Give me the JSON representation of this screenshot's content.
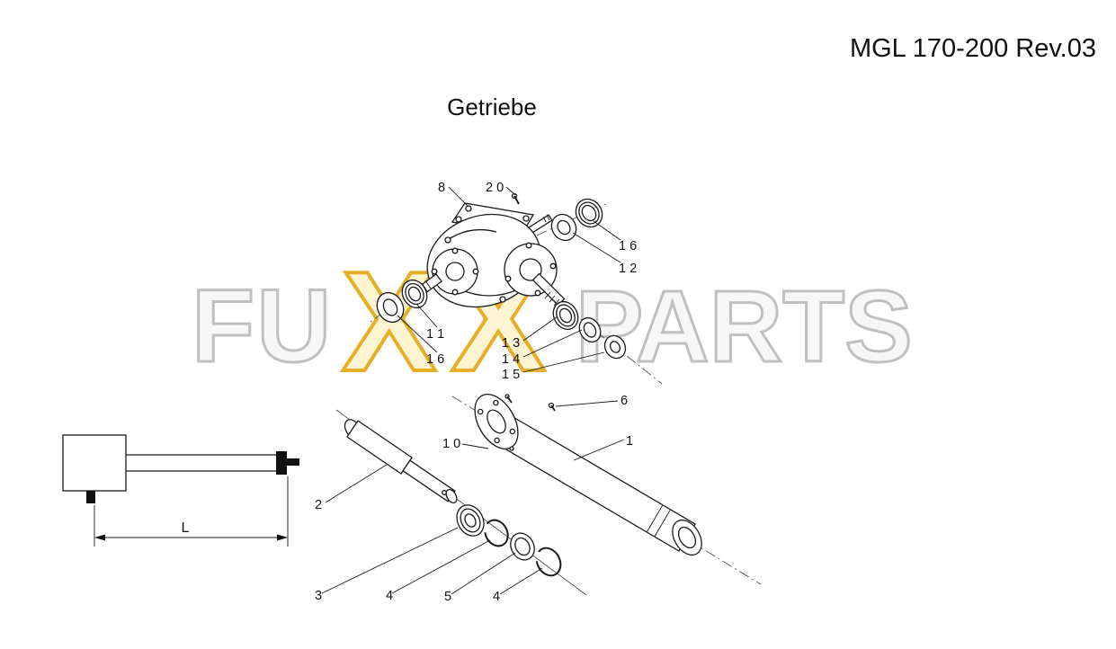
{
  "header": {
    "doc_ref": "MGL 170-200 Rev.03"
  },
  "title": "Getriebe",
  "watermark": {
    "left": "FU",
    "middle": "XX",
    "right": "PARTS"
  },
  "colors": {
    "wm_gray_fill": "#f7f7f7",
    "wm_gray_stroke": "#c0c0c0",
    "wm_gold_fill": "#fdf4d2",
    "wm_gold_stroke": "#e5b028",
    "line": "#1a1a1a"
  },
  "dimension_label": "L",
  "part_labels": [
    {
      "text": "8"
    },
    {
      "text": "2 0"
    },
    {
      "text": "1 6"
    },
    {
      "text": "1 2"
    },
    {
      "text": "1 1"
    },
    {
      "text": "1 6"
    },
    {
      "text": "1 3"
    },
    {
      "text": "1 4"
    },
    {
      "text": "1 5"
    },
    {
      "text": "6"
    },
    {
      "text": "1"
    },
    {
      "text": "1 0"
    },
    {
      "text": "2"
    },
    {
      "text": "3"
    },
    {
      "text": "4"
    },
    {
      "text": "5"
    },
    {
      "text": "4"
    }
  ]
}
